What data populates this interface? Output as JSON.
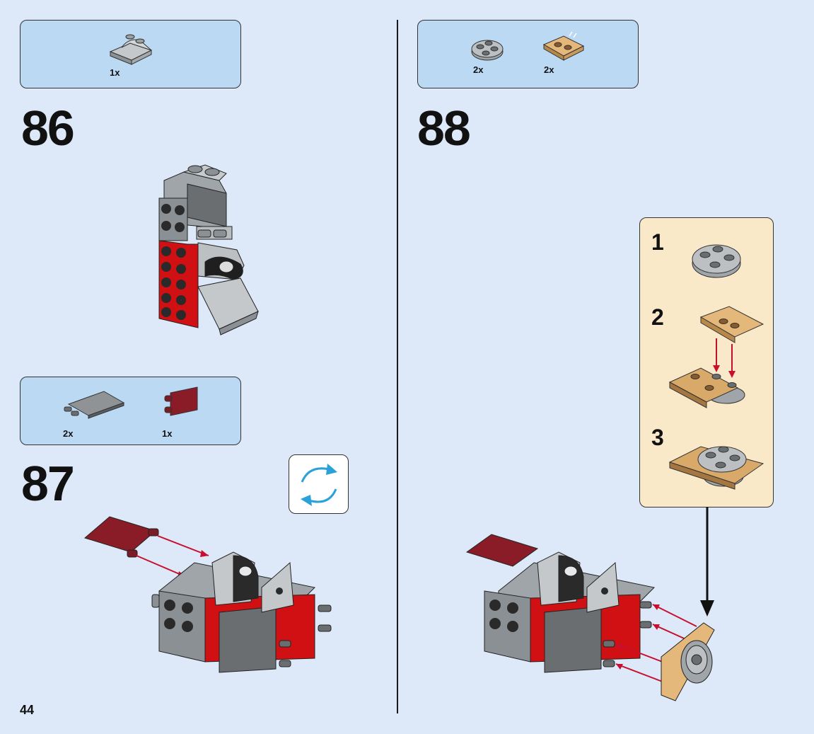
{
  "page": {
    "number": "44"
  },
  "colors": {
    "background": "#dde9f8",
    "parts_box": "#bcd9f3",
    "subassembly_box": "#fae9c8",
    "brick_red": "#d01012",
    "brick_dark_red": "#7b1b25",
    "brick_grey": "#a0a5a9",
    "brick_dark_grey": "#6b6e70",
    "brick_tan": "#e4b77a",
    "arrow": "#c8102e",
    "rotate_arrow": "#2aa1d8"
  },
  "steps": [
    {
      "number": "86",
      "parts": [
        {
          "name": "grey-curved-slope-part",
          "qty": "1x"
        }
      ]
    },
    {
      "number": "87",
      "parts": [
        {
          "name": "dark-grey-tile-clip-part",
          "qty": "2x"
        },
        {
          "name": "dark-red-flag-part",
          "qty": "1x"
        }
      ],
      "icon": "rotate-model-icon"
    },
    {
      "number": "88",
      "parts": [
        {
          "name": "grey-round-plate-part",
          "qty": "2x"
        },
        {
          "name": "tan-plate-bar-part",
          "qty": "2x"
        }
      ],
      "substeps": [
        {
          "number": "1"
        },
        {
          "number": "2"
        },
        {
          "number": "3"
        }
      ]
    }
  ]
}
